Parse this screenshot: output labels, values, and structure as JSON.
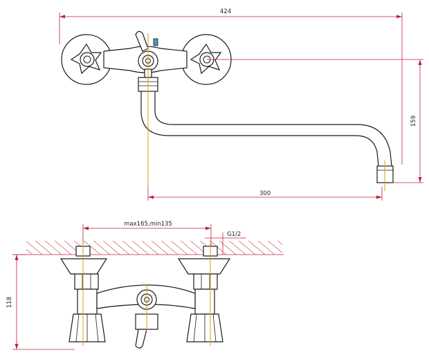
{
  "dimensions": {
    "overall_width": "424",
    "spout_height": "159",
    "spout_reach": "300",
    "center_distance": "max165,min135",
    "thread": "G1/2",
    "body_height": "118"
  },
  "colors": {
    "outline": "#1a1a1a",
    "dimension": "#c0203a",
    "hatch": "#c0203a",
    "axis": "#d4a010"
  }
}
